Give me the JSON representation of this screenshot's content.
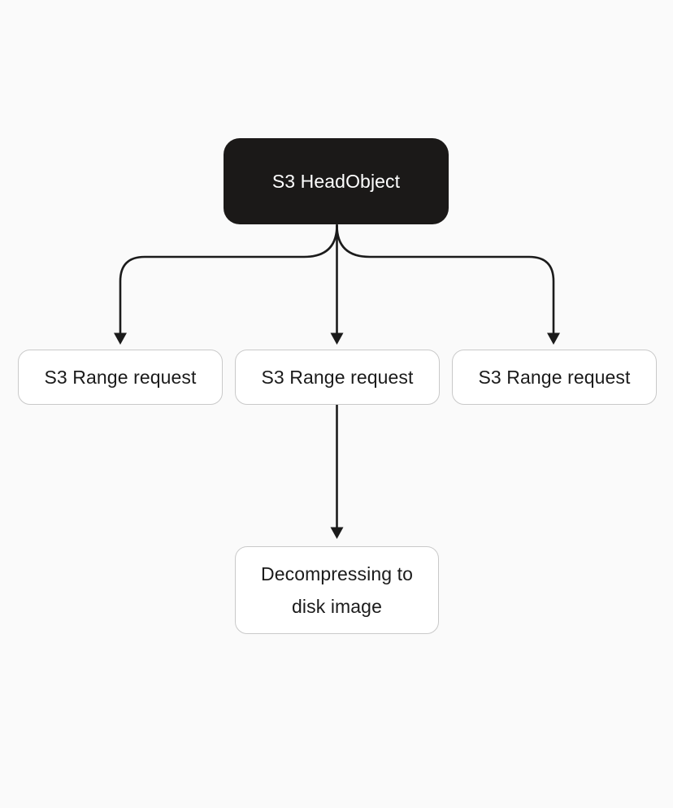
{
  "diagram": {
    "background": "#fafafa",
    "arrow_color": "#1b1b1b",
    "root": {
      "label": "S3 HeadObject",
      "bg": "#1b1918",
      "text_color": "#ffffff"
    },
    "children": [
      {
        "label": "S3 Range request"
      },
      {
        "label": "S3 Range request"
      },
      {
        "label": "S3 Range request"
      }
    ],
    "leaf": {
      "label": "Decompressing to disk image"
    },
    "light_node_style": {
      "bg": "#ffffff",
      "border": "#c9c9c9",
      "text_color": "#1b1b1b"
    }
  }
}
